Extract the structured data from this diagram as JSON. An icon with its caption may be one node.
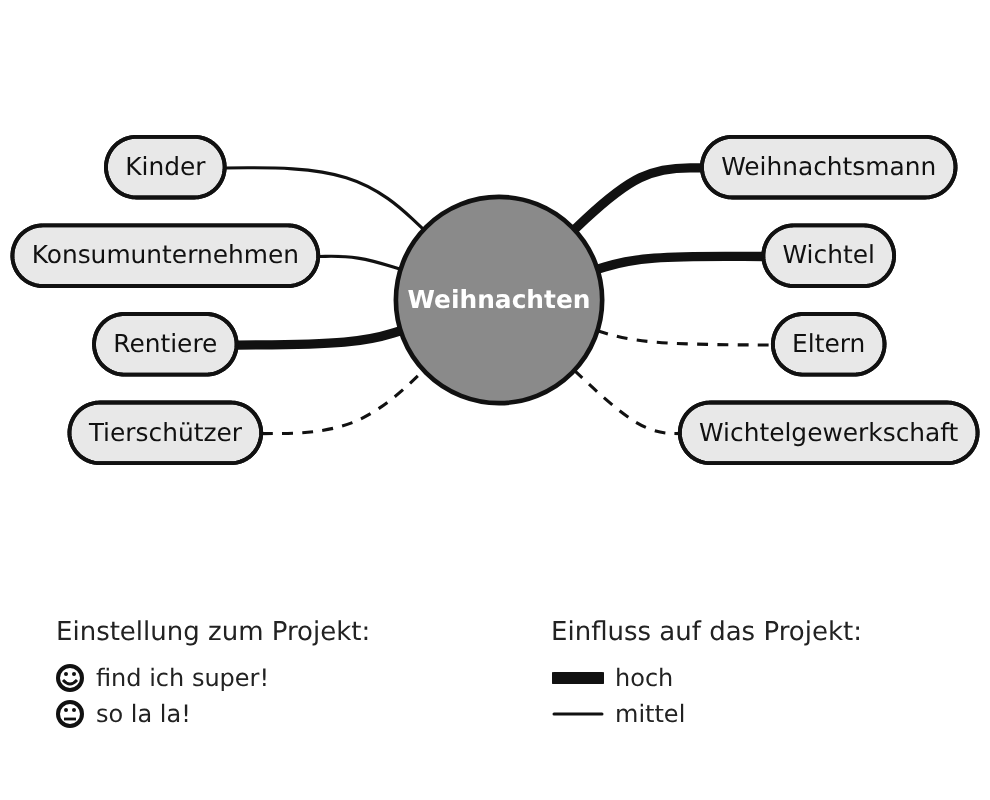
{
  "diagram": {
    "nodes": [
      {
        "text": [
          "Weihnachten"
        ]
      },
      {
        "text": [
          "Kinder"
        ]
      },
      {
        "text": [
          "Weihnachtsmann"
        ]
      },
      {
        "text": [
          "Konsumunternehmen"
        ]
      },
      {
        "text": [
          "Wichtel"
        ]
      },
      {
        "text": [
          "Rentiere"
        ]
      },
      {
        "text": [
          "Tierschützer"
        ]
      },
      {
        "text": [
          "Eltern"
        ]
      },
      {
        "text": [
          "Wichtelgewerkschaft"
        ]
      }
    ],
    "edges": [
      {
        "from": 0,
        "to": 1,
        "arrow": "none"
      },
      {
        "from": 0,
        "to": 2,
        "arrow": "none",
        "style": "thick"
      },
      {
        "from": 0,
        "to": 3,
        "arrow": "none"
      },
      {
        "from": 0,
        "to": 4,
        "arrow": "none",
        "style": "thick"
      },
      {
        "from": 0,
        "to": 5,
        "arrow": "none",
        "style": "thick"
      },
      {
        "from": 0,
        "to": 6,
        "arrow": "none",
        "style": "dashed"
      },
      {
        "from": 0,
        "to": 7,
        "arrow": "none",
        "style": "dashed"
      },
      {
        "from": 0,
        "to": 8,
        "arrow": "none",
        "style": "dashed"
      }
    ],
    "labels": [
      "Einstellung zum Projekt:",
      "Einfluss auf das Projekt:"
    ],
    "legend": [
      {
        "text": "find ich super!"
      },
      {
        "text": "so la la!"
      },
      {
        "text": "hoch"
      },
      {
        "text": "mittel"
      }
    ]
  }
}
